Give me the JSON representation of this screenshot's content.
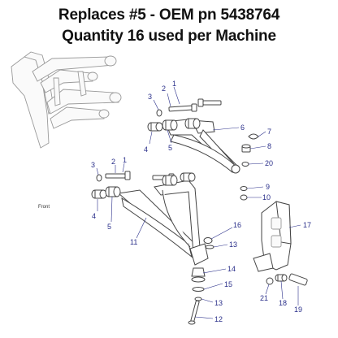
{
  "header": {
    "line1": "Replaces #5 - OEM pn 5438764",
    "line2": "Quantity 16 used per Machine"
  },
  "diagram": {
    "front_label": "Front",
    "callouts": [
      {
        "id": "c1a",
        "label": "1"
      },
      {
        "id": "c2a",
        "label": "2"
      },
      {
        "id": "c3a",
        "label": "3"
      },
      {
        "id": "c4a",
        "label": "4"
      },
      {
        "id": "c5a",
        "label": "5"
      },
      {
        "id": "c6",
        "label": "6"
      },
      {
        "id": "c7",
        "label": "7"
      },
      {
        "id": "c8",
        "label": "8"
      },
      {
        "id": "c20",
        "label": "20"
      },
      {
        "id": "c3b",
        "label": "3"
      },
      {
        "id": "c2b",
        "label": "2"
      },
      {
        "id": "c1b",
        "label": "1"
      },
      {
        "id": "c9",
        "label": "9"
      },
      {
        "id": "c10",
        "label": "10"
      },
      {
        "id": "c4b",
        "label": "4"
      },
      {
        "id": "c5b",
        "label": "5"
      },
      {
        "id": "c16",
        "label": "16"
      },
      {
        "id": "c17",
        "label": "17"
      },
      {
        "id": "c11",
        "label": "11"
      },
      {
        "id": "c13a",
        "label": "13"
      },
      {
        "id": "c14",
        "label": "14"
      },
      {
        "id": "c15",
        "label": "15"
      },
      {
        "id": "c21",
        "label": "21"
      },
      {
        "id": "c18",
        "label": "18"
      },
      {
        "id": "c19",
        "label": "19"
      },
      {
        "id": "c13b",
        "label": "13"
      },
      {
        "id": "c12",
        "label": "12"
      }
    ]
  }
}
